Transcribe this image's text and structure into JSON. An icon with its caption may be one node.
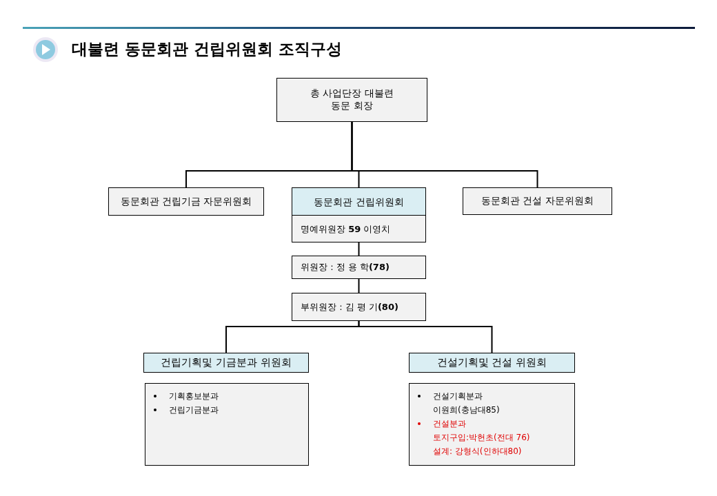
{
  "diagram": {
    "title": "대불련 동문회관 건립위원회 조직구성",
    "nodes": [
      {
        "text": [
          "총 사업단장 대불련동문 회장"
        ]
      },
      {
        "text": [
          "동문회관 건립기금 자문위원회"
        ]
      },
      {
        "text": [
          "동문회관 건립위원회",
          "명예위원장 **59** 이영치"
        ]
      },
      {
        "text": [
          "동문회관 건설 자문위원회"
        ]
      },
      {
        "text": [
          "위원장 : 정 용 학**(78)**"
        ]
      },
      {
        "text": [
          "부위원장 : 김 평 기**(80)**"
        ]
      },
      {
        "text": [
          "건립기획및 기금분과 위원회"
        ]
      },
      {
        "text": [
          "건설기획및 건설 위원회"
        ]
      },
      {
        "text": [
          "기획홍보분과",
          "건립기금분과"
        ]
      },
      {
        "text": [
          "건설기획분과",
          "이원희(충남대85)",
          "건설분과",
          "토지구입:박헌초(전대 76)",
          "설계: 강형식(인하대80)"
        ]
      }
    ],
    "edges": [
      {
        "from": 0,
        "to": 1,
        "arrow": "none"
      },
      {
        "from": 0,
        "to": 2,
        "arrow": "none"
      },
      {
        "from": 0,
        "to": 3,
        "arrow": "none"
      },
      {
        "from": 2,
        "to": 4,
        "arrow": "none"
      },
      {
        "from": 4,
        "to": 5,
        "arrow": "none"
      },
      {
        "from": 5,
        "to": 6,
        "arrow": "none"
      },
      {
        "from": 5,
        "to": 7,
        "arrow": "none"
      }
    ]
  }
}
